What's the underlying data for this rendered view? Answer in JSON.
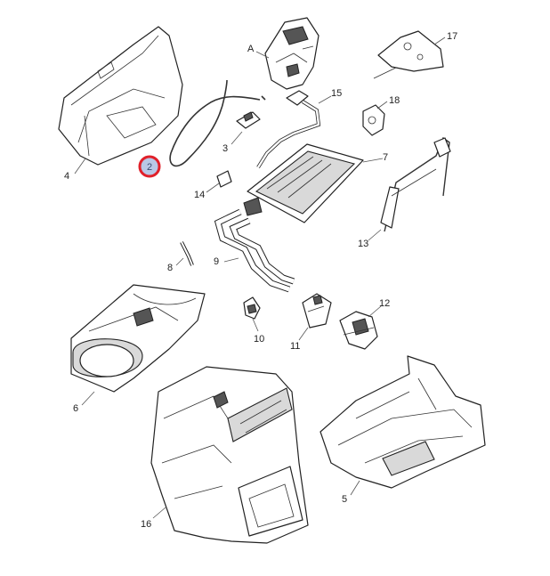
{
  "diagram": {
    "callouts": {
      "A": "A",
      "1": "2",
      "3": "3",
      "4": "4",
      "5": "5",
      "6": "6",
      "7": "7",
      "8": "8",
      "9": "9",
      "10": "10",
      "11": "11",
      "12": "12",
      "13": "13",
      "14": "14",
      "15": "15",
      "16": "16",
      "17": "17",
      "18": "18"
    },
    "highlight": {
      "label": "2",
      "ring_color": "#e0202a",
      "fill_color": "#b9c7e6"
    }
  }
}
